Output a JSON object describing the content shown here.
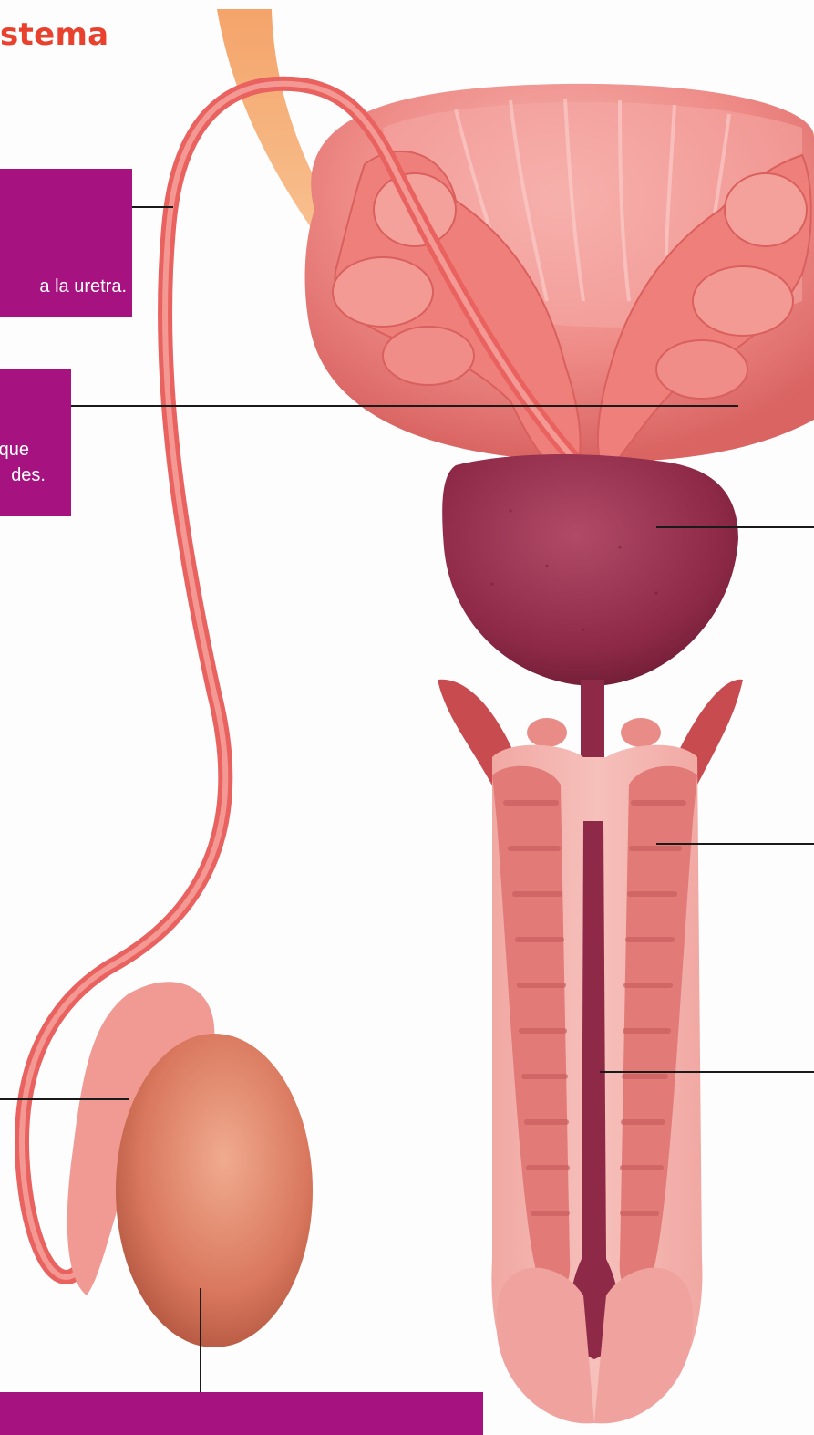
{
  "title": "stema",
  "boxes": {
    "vas_deferens_text": "a la uretra.",
    "seminal_vesicles_line1": "que",
    "seminal_vesicles_line2": "des."
  },
  "colors": {
    "title": "#e8412e",
    "box": "#a6127f",
    "tissue": "#e8605e",
    "prostate": "#8e2a48"
  }
}
